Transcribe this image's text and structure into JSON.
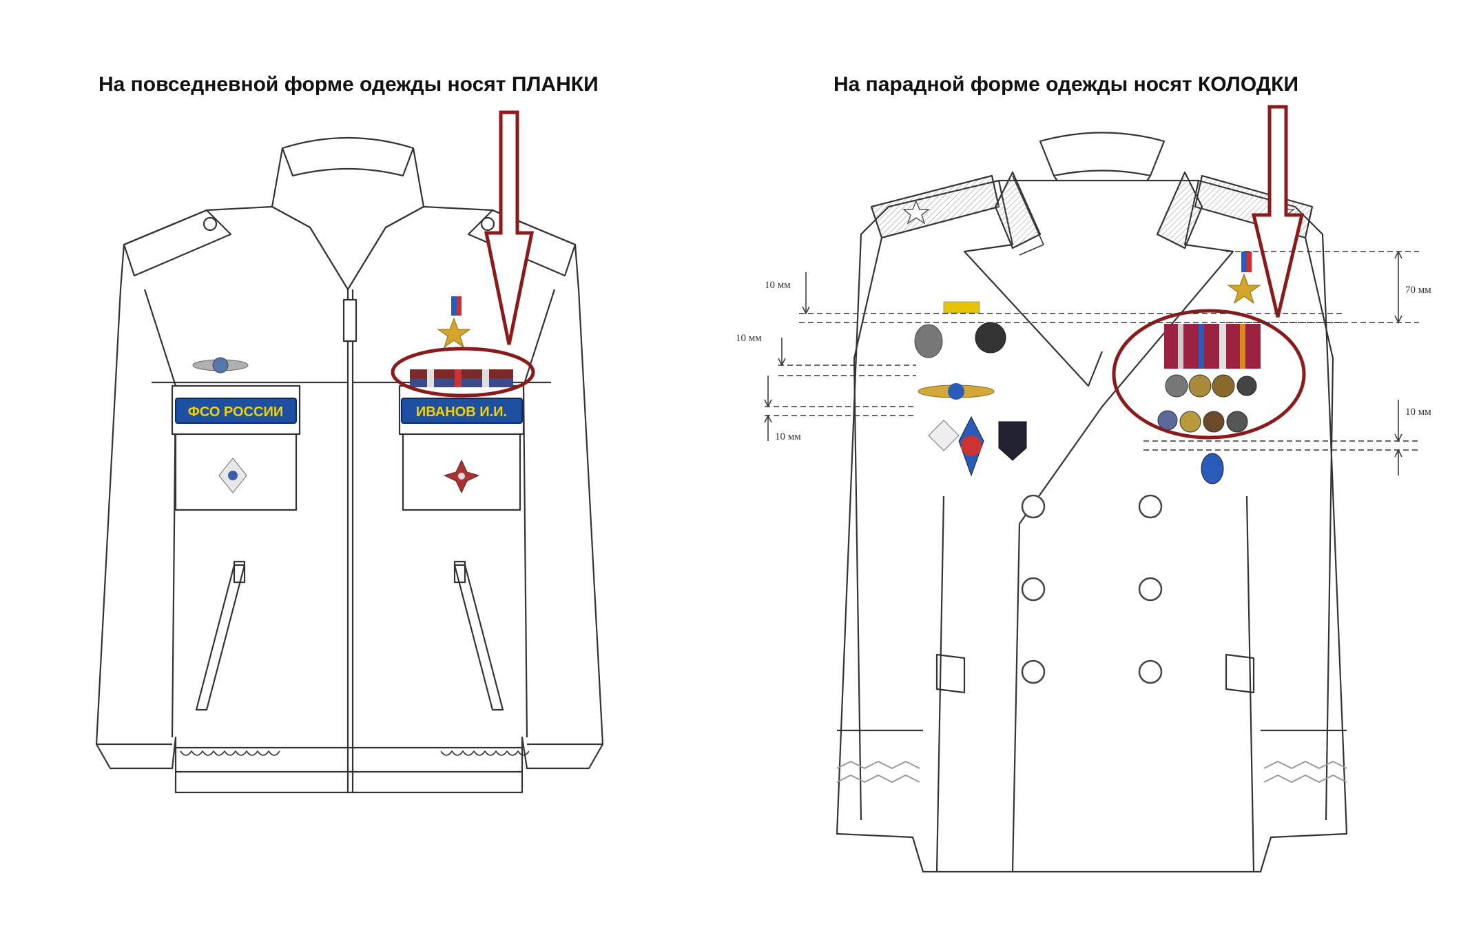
{
  "titles": {
    "left": "На повседневной форме одежды носят ПЛАНКИ",
    "right": "На парадной форме одежды носят КОЛОДКИ"
  },
  "left_jacket": {
    "patch_left": "ФСО РОССИИ",
    "patch_right": "ИВАНОВ И.И."
  },
  "right_jacket": {
    "dimensions": [
      "10 мм",
      "10 мм",
      "10 мм",
      "70 мм",
      "10 мм"
    ]
  },
  "colors": {
    "highlight": "#8b1a1a",
    "patch_bg": "#1f4fa0",
    "patch_text": "#f2d200",
    "outline": "#333333"
  }
}
